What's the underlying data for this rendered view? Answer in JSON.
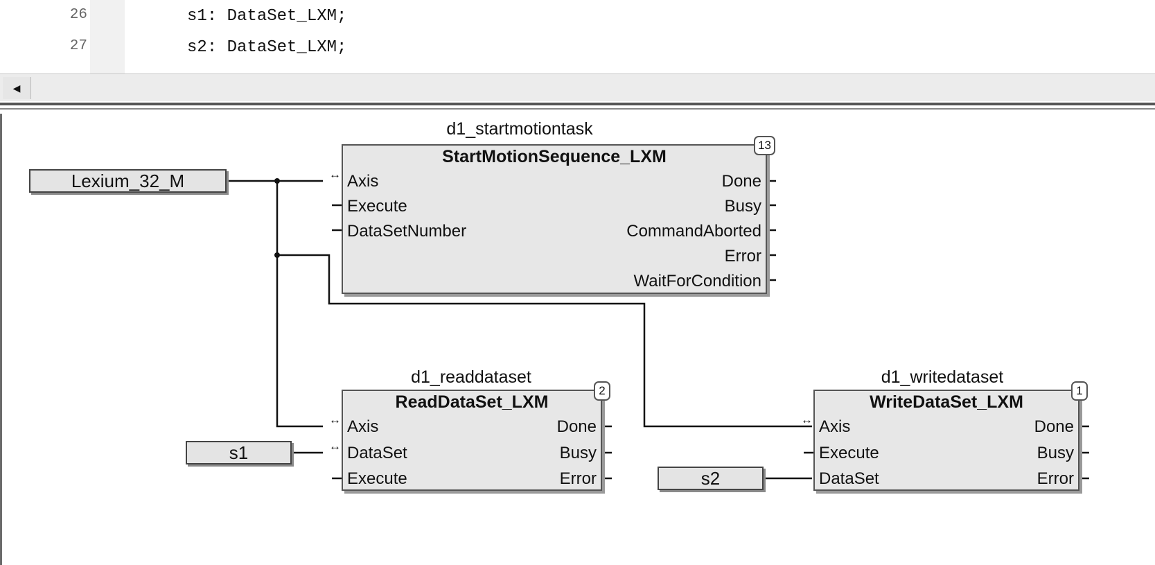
{
  "editor": {
    "lines": [
      {
        "number": "26",
        "code": "s1: DataSet_LXM;"
      },
      {
        "number": "27",
        "code": "s2: DataSet_LXM;"
      }
    ],
    "scroll_left_icon": "◀"
  },
  "variables": {
    "axis_var": "Lexium_32_M",
    "s1": "s1",
    "s2": "s2"
  },
  "blocks": {
    "start": {
      "instance": "d1_startmotiontask",
      "type": "StartMotionSequence_LXM",
      "order": "13",
      "inputs": [
        "Axis",
        "Execute",
        "DataSetNumber"
      ],
      "outputs": [
        "Done",
        "Busy",
        "CommandAborted",
        "Error",
        "WaitForCondition"
      ]
    },
    "read": {
      "instance": "d1_readdataset",
      "type": "ReadDataSet_LXM",
      "order": "2",
      "inputs": [
        "Axis",
        "DataSet",
        "Execute"
      ],
      "outputs": [
        "Done",
        "Busy",
        "Error"
      ]
    },
    "write": {
      "instance": "d1_writedataset",
      "type": "WriteDataSet_LXM",
      "order": "1",
      "inputs": [
        "Axis",
        "Execute",
        "DataSet"
      ],
      "outputs": [
        "Done",
        "Busy",
        "Error"
      ]
    }
  },
  "inout_marker": "↔"
}
